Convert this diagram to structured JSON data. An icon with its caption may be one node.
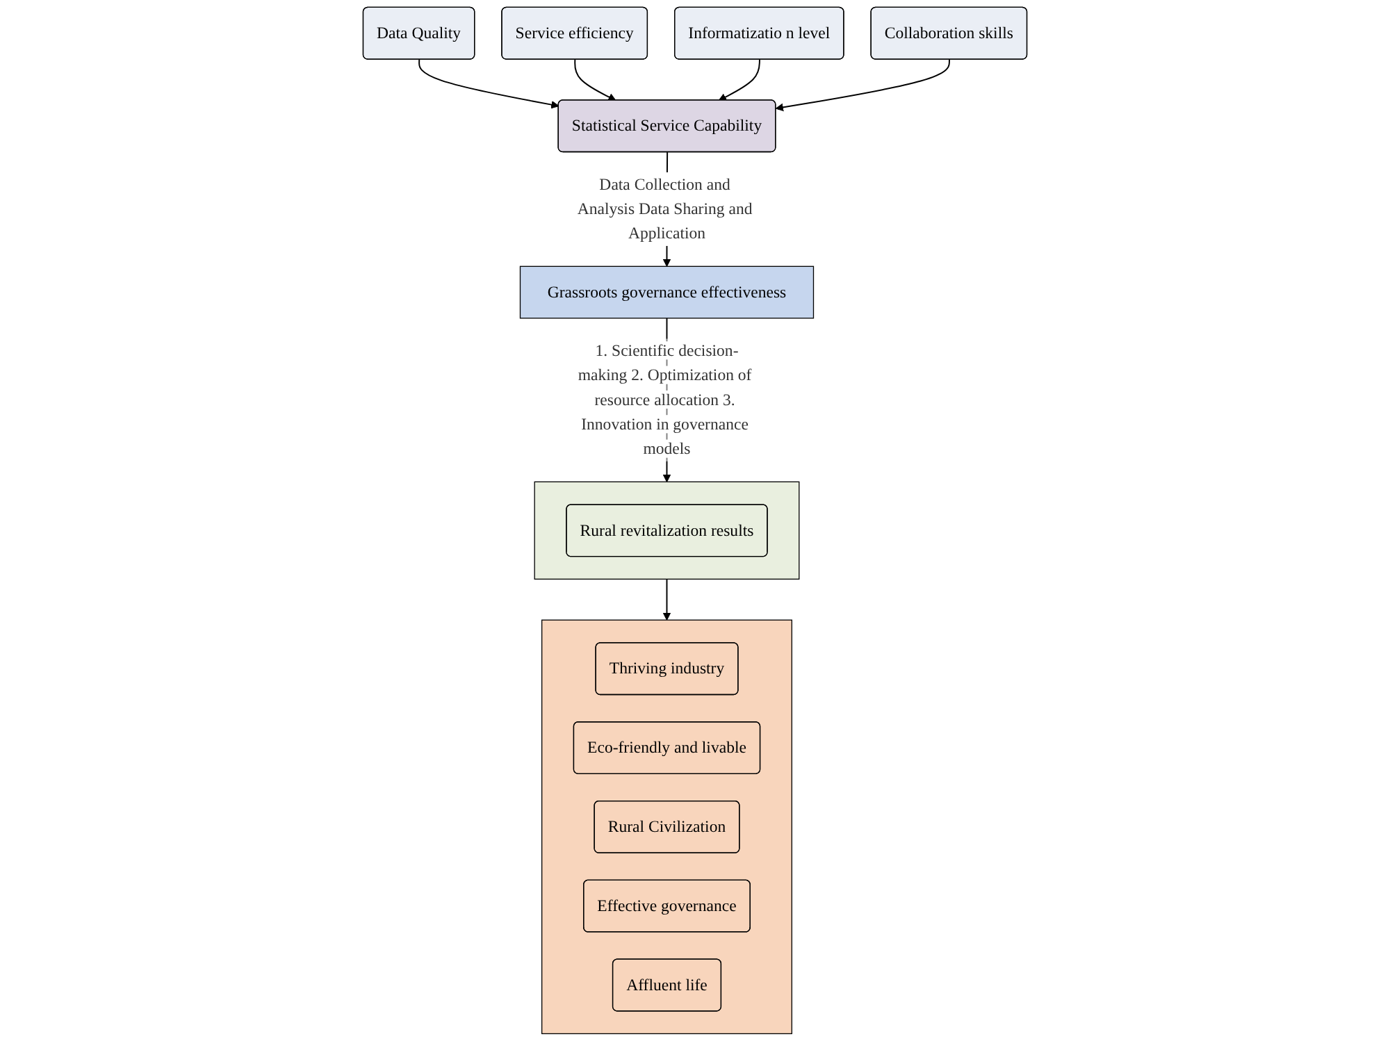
{
  "diagram": {
    "nodes": [
      {
        "text": [
          "Data Quality"
        ]
      },
      {
        "text": [
          "Service efficiency"
        ]
      },
      {
        "text": [
          "Informatizatio n level"
        ]
      },
      {
        "text": [
          "Collaboration skills"
        ]
      },
      {
        "text": [
          "Statistical Service Capability"
        ]
      },
      {
        "text": [
          "Grassroots governance effectiveness"
        ]
      },
      {
        "text": [],
        "shape": "box"
      },
      {
        "text": [
          "Rural revitalization results"
        ],
        "in": 6
      },
      {
        "text": [],
        "shape": "box"
      },
      {
        "text": [
          "Thriving industry"
        ],
        "in": 8
      },
      {
        "text": [
          "Eco-friendly and livable"
        ],
        "in": 8
      },
      {
        "text": [
          "Rural Civilization"
        ],
        "in": 8
      },
      {
        "text": [
          "Effective governance"
        ],
        "in": 8
      },
      {
        "text": [
          "Affluent life"
        ],
        "in": 8
      }
    ],
    "edges": [
      {
        "from": 0,
        "to": 4,
        "arrow": "to"
      },
      {
        "from": 1,
        "to": 4,
        "arrow": "to"
      },
      {
        "from": 2,
        "to": 4,
        "arrow": "to"
      },
      {
        "from": 3,
        "to": 4,
        "arrow": "to"
      },
      {
        "from": 4,
        "to": 5,
        "arrow": "to",
        "label": "Data Collection and Analysis Data Sharing and Application"
      },
      {
        "from": 5,
        "to": 6,
        "arrow": "to",
        "label": "1. Scientific decision-making 2. Optimization of resource allocation 3. Innovation in governance models"
      },
      {
        "from": 6,
        "to": 8,
        "arrow": "to"
      }
    ]
  }
}
